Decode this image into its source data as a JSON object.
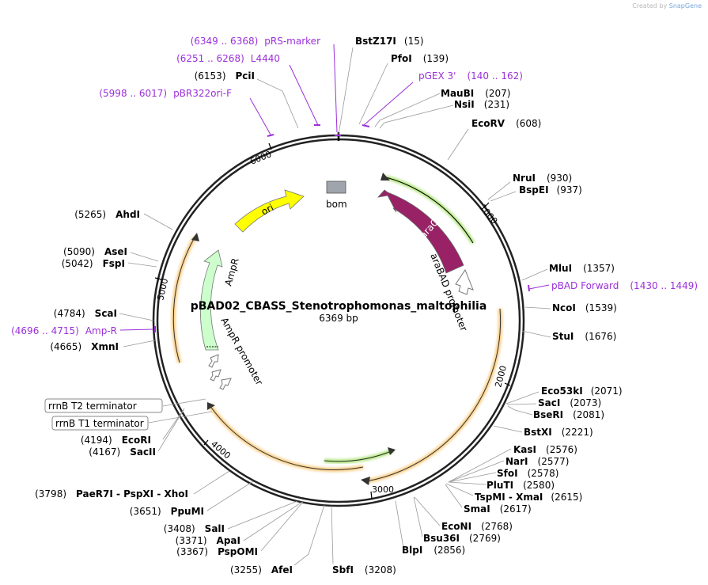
{
  "credit": {
    "prefix": "Created by",
    "brand": "SnapGene"
  },
  "plasmid": {
    "name": "pBAD02_CBASS_Stenotrophomonas_maltophilia",
    "size_label": "6369 bp",
    "length": 6369
  },
  "ticks": [
    "1000",
    "2000",
    "3000",
    "4000",
    "5000",
    "6000"
  ],
  "sites": [
    {
      "name": "BstZ17I",
      "pos": "(15)"
    },
    {
      "name": "PfoI",
      "pos": "(139)"
    },
    {
      "name": "MauBI",
      "pos": "(207)"
    },
    {
      "name": "NsiI",
      "pos": "(231)"
    },
    {
      "name": "EcoRV",
      "pos": "(608)"
    },
    {
      "name": "NruI",
      "pos": "(930)"
    },
    {
      "name": "BspEI",
      "pos": "(937)"
    },
    {
      "name": "MluI",
      "pos": "(1357)"
    },
    {
      "name": "NcoI",
      "pos": "(1539)"
    },
    {
      "name": "StuI",
      "pos": "(1676)"
    },
    {
      "name": "Eco53kI",
      "pos": "(2071)"
    },
    {
      "name": "SacI",
      "pos": "(2073)"
    },
    {
      "name": "BseRI",
      "pos": "(2081)"
    },
    {
      "name": "BstXI",
      "pos": "(2221)"
    },
    {
      "name": "KasI",
      "pos": "(2576)"
    },
    {
      "name": "NarI",
      "pos": "(2577)"
    },
    {
      "name": "SfoI",
      "pos": "(2578)"
    },
    {
      "name": "PluTI",
      "pos": "(2580)"
    },
    {
      "name": "TspMI - XmaI",
      "pos": "(2615)"
    },
    {
      "name": "SmaI",
      "pos": "(2617)"
    },
    {
      "name": "EcoNI",
      "pos": "(2768)"
    },
    {
      "name": "Bsu36I",
      "pos": "(2769)"
    },
    {
      "name": "BlpI",
      "pos": "(2856)"
    },
    {
      "name": "SbfI",
      "pos": "(3208)"
    },
    {
      "name": "AfeI",
      "pos": "(3255)"
    },
    {
      "name": "PspOMI",
      "pos": "(3367)"
    },
    {
      "name": "ApaI",
      "pos": "(3371)"
    },
    {
      "name": "SalI",
      "pos": "(3408)"
    },
    {
      "name": "PpuMI",
      "pos": "(3651)"
    },
    {
      "name": "PaeR7I - PspXI - XhoI",
      "pos": "(3798)"
    },
    {
      "name": "SacII",
      "pos": "(4167)"
    },
    {
      "name": "EcoRI",
      "pos": "(4194)"
    },
    {
      "name": "XmnI",
      "pos": "(4665)"
    },
    {
      "name": "ScaI",
      "pos": "(4784)"
    },
    {
      "name": "FspI",
      "pos": "(5042)"
    },
    {
      "name": "AseI",
      "pos": "(5090)"
    },
    {
      "name": "AhdI",
      "pos": "(5265)"
    },
    {
      "name": "PciI",
      "pos": "(6153)"
    }
  ],
  "primers": [
    {
      "name": "pRS-marker",
      "range": "(6349 .. 6368)"
    },
    {
      "name": "L4440",
      "range": "(6251 .. 6268)"
    },
    {
      "name": "pGEX 3'",
      "range": "(140 .. 162)"
    },
    {
      "name": "pBR322ori-F",
      "range": "(5998 .. 6017)"
    },
    {
      "name": "pBAD Forward",
      "range": "(1430 .. 1449)"
    },
    {
      "name": "Amp-R",
      "range": "(4696 .. 4715)"
    }
  ],
  "features": {
    "ori": "ori",
    "bom": "bom",
    "araC": "araC",
    "araBAD_promoter": "araBAD promoter",
    "AmpR": "AmpR",
    "AmpR_promoter": "AmpR promoter",
    "rrnB_T2": "rrnB T2 terminator",
    "rrnB_T1": "rrnB T1 terminator"
  },
  "colors": {
    "backbone": "#222222",
    "ori": "#ffff00",
    "araC": "#992266",
    "AmpR": "#ccffcc",
    "orf_orange": "#f5a623",
    "orf_green": "#66cc00",
    "primer": "#9b30d9",
    "bom": "#a0a4ac"
  }
}
